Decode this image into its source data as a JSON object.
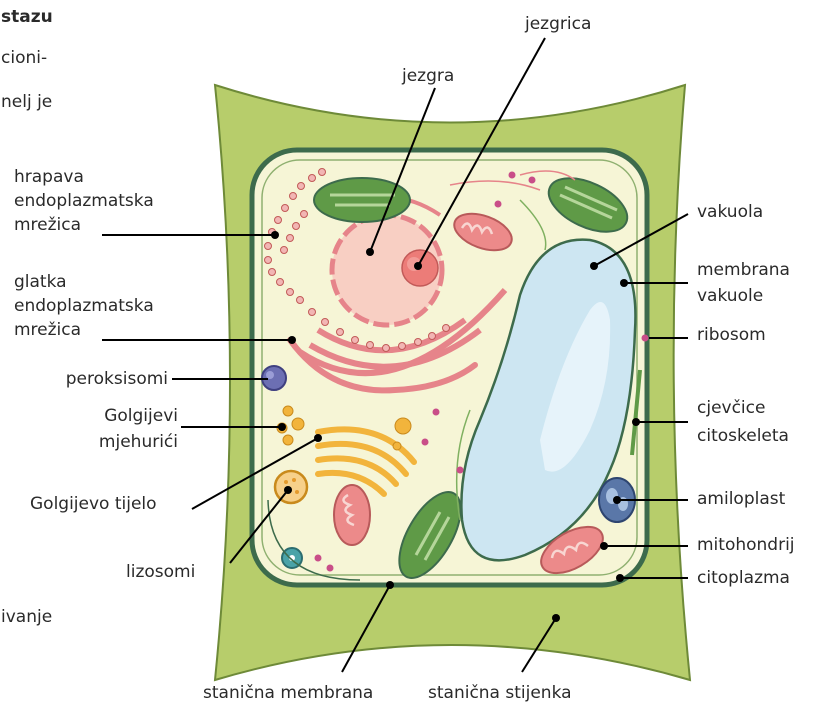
{
  "left_text": {
    "title_fragment": "stazu",
    "line1": "cioni-",
    "line2": "nelj je",
    "line3": "ivanje"
  },
  "labels": {
    "jezgrica": "jezgrica",
    "jezgra": "jezgra",
    "hrapava": [
      "hrapava",
      "endoplazmatska",
      "mrežica"
    ],
    "glatka": [
      "glatka",
      "endoplazmatska",
      "mrežica"
    ],
    "peroksisomi": "peroksisomi",
    "golgi_vesicles": [
      "Golgijevi",
      "mjehurići"
    ],
    "golgi_body": "Golgijevo tijelo",
    "lizosomi": "lizosomi",
    "vakuola": "vakuola",
    "membrana_vakuole": [
      "membrana",
      "vakuole"
    ],
    "ribosom": "ribosom",
    "cjevcice": [
      "cjevčice",
      "citoskeleta"
    ],
    "amiloplast": "amiloplast",
    "mitohondrij": "mitohondrij",
    "citoplazma": "citoplazma",
    "stanicna_membrana": "stanična membrana",
    "stanicna_stijenka": "stanična stijenka"
  },
  "colors": {
    "cell_wall": "#b7cd6b",
    "cytoplasm": "#f6f5d6",
    "membrane": "#3d6b4c",
    "nucleus": "#f8cfc3",
    "nucleolus": "#ec7c78",
    "er": "#e6848a",
    "vacuole": "#cde6f2",
    "chloroplast": "#5f9a47",
    "golgi": "#f2b43c"
  }
}
